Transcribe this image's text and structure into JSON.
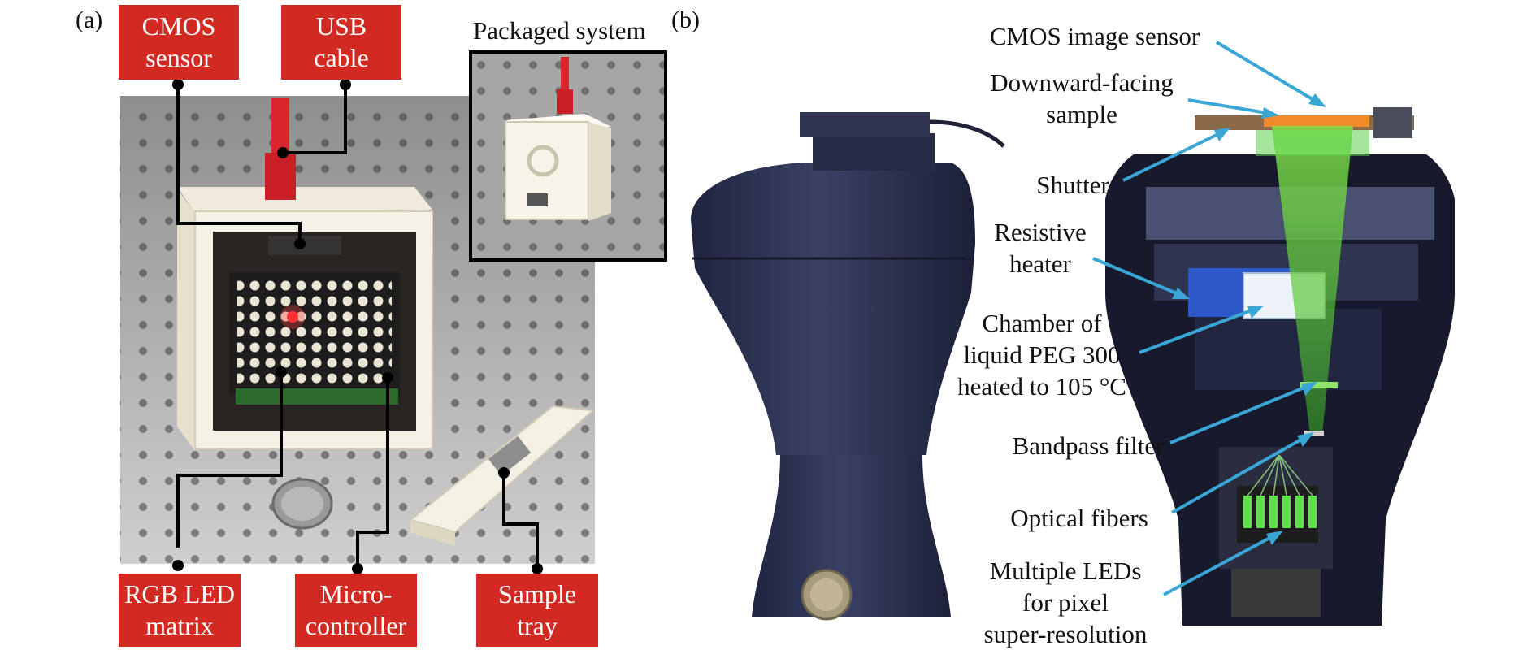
{
  "panel_a": {
    "letter": "(a)",
    "inset_title": "Packaged system",
    "labels": {
      "cmos_sensor": [
        "CMOS",
        "sensor"
      ],
      "usb_cable": [
        "USB",
        "cable"
      ],
      "rgb_led_matrix": [
        "RGB LED",
        "matrix"
      ],
      "microcontroller": [
        "Micro-",
        "controller"
      ],
      "sample_tray": [
        "Sample",
        "tray"
      ]
    }
  },
  "panel_b": {
    "letter": "(b)",
    "labels": {
      "cmos_image_sensor": [
        "CMOS image sensor"
      ],
      "downward_facing_sample": [
        "Downward-facing",
        "sample"
      ],
      "shutter": [
        "Shutter"
      ],
      "resistive_heater": [
        "Resistive",
        "heater"
      ],
      "chamber": [
        "Chamber of",
        "liquid PEG 300",
        "heated to 105 °C"
      ],
      "bandpass_filter": [
        "Bandpass filter"
      ],
      "optical_fibers": [
        "Optical fibers"
      ],
      "multiple_leds": [
        "Multiple LEDs",
        "for pixel",
        "super-resolution"
      ]
    }
  },
  "colors": {
    "label_red": "#d22a22",
    "leader_blue": "#3aa6d6",
    "device_navy": "#2b3150",
    "print_white": "#f4f1e6",
    "beam_green": "#5ed43a"
  }
}
